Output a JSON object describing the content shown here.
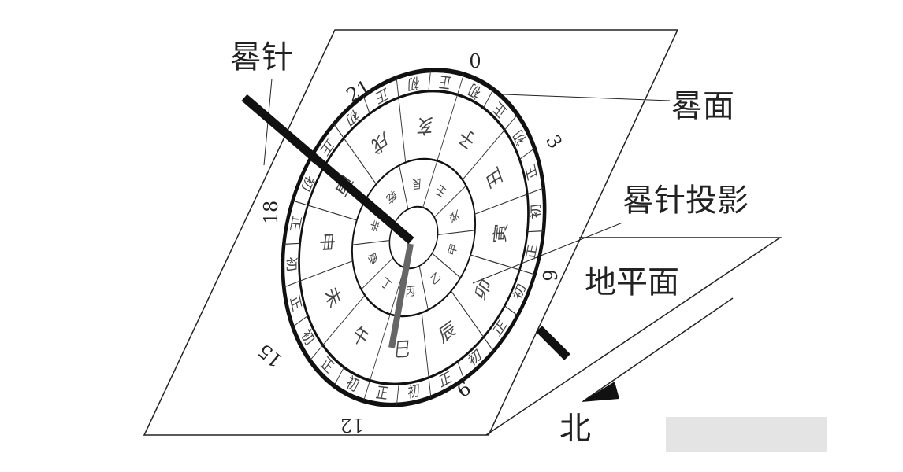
{
  "labels": {
    "gnomon": "晷针",
    "dial_face": "晷面",
    "gnomon_shadow": "晷针投影",
    "ground_plane": "地平面",
    "north": "北"
  },
  "hour_numbers": [
    "0",
    "3",
    "6",
    "9",
    "12",
    "15",
    "18",
    "21"
  ],
  "outer_ring": [
    "初",
    "正"
  ],
  "middle_ring": [
    "子",
    "丑",
    "寅",
    "卯",
    "辰",
    "巳",
    "午",
    "未",
    "申",
    "酉",
    "戌",
    "亥"
  ],
  "inner_ring": [
    "壬",
    "癸",
    "甲",
    "乙",
    "丙",
    "丁",
    "庚",
    "辛",
    "乾",
    "艮"
  ],
  "colors": {
    "ink": "#1a1a1a",
    "shadow": "#666666",
    "watermark": "#dddddd"
  }
}
